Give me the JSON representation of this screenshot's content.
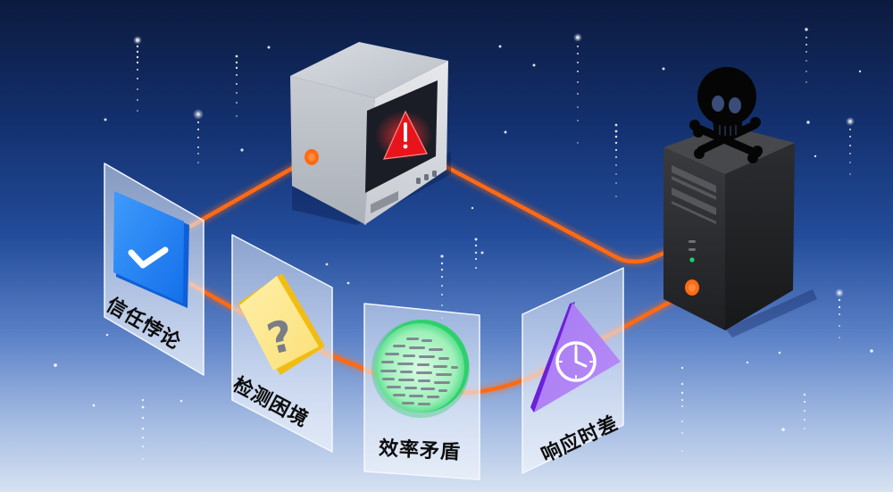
{
  "illustration": {
    "description": "Isometric illustration of a trusted computer with a warning screen connected by orange cables through four glass cards to a malicious black server with a skull and crossbones",
    "colors": {
      "background_top": "#0c1a3e",
      "background_bottom": "#d7e2f2",
      "cable": "#ff6a13",
      "warning_red": "#e8141c",
      "server_dark": "#2a2b2e",
      "led_green": "#19d46a"
    },
    "nodes": {
      "computer": {
        "icon": "warning-icon",
        "state": "alert"
      },
      "malicious_server": {
        "icon": "skull-crossbones-icon",
        "led": "green"
      }
    },
    "cards": [
      {
        "label": "信任悖论",
        "icon": "checkmark-icon",
        "color": "#1f7ef0"
      },
      {
        "label": "检测困境",
        "icon": "question-mark-icon",
        "color": "#f4cd3c"
      },
      {
        "label": "效率矛盾",
        "icon": "data-disc-icon",
        "color": "#3dd97a"
      },
      {
        "label": "响应时差",
        "icon": "clock-icon",
        "color": "#9d5cf0"
      }
    ]
  }
}
